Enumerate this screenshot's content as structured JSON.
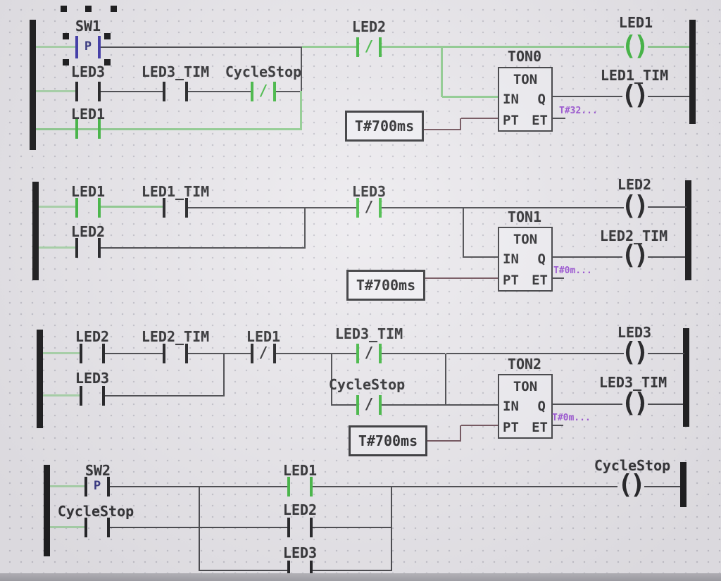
{
  "symbols": {
    "edge_marker": "P",
    "nc_slash": "/",
    "paren_l": "(",
    "paren_r": ")"
  },
  "timer_box": {
    "type": "TON",
    "in": "IN",
    "q": "Q",
    "pt": "PT",
    "et": "ET"
  },
  "rung1": {
    "contacts": {
      "sw1": "SW1",
      "led3": "LED3",
      "led3_tim": "LED3_TIM",
      "cyclestop": "CycleStop",
      "led1": "LED1",
      "led2_nc": "LED2"
    },
    "timer": {
      "name": "TON0",
      "preset": "T#700ms",
      "et_value": "T#32..."
    },
    "coils": {
      "led1": "LED1",
      "led1_tim": "LED1_TIM"
    }
  },
  "rung2": {
    "contacts": {
      "led1": "LED1",
      "led1_tim": "LED1_TIM",
      "led2": "LED2",
      "led3_nc": "LED3"
    },
    "timer": {
      "name": "TON1",
      "preset": "T#700ms",
      "et_value": "T#0m..."
    },
    "coils": {
      "led2": "LED2",
      "led2_tim": "LED2_TIM"
    }
  },
  "rung3": {
    "contacts": {
      "led2": "LED2",
      "led2_tim": "LED2_TIM",
      "led1_nc": "LED1",
      "led3": "LED3",
      "led3_tim_nc": "LED3_TIM",
      "cyclestop_nc": "CycleStop"
    },
    "timer": {
      "name": "TON2",
      "preset": "T#700ms",
      "et_value": "T#0m..."
    },
    "coils": {
      "led3": "LED3",
      "led3_tim": "LED3_TIM"
    }
  },
  "rung4": {
    "contacts": {
      "sw2": "SW2",
      "cyclestop": "CycleStop",
      "led1": "LED1",
      "led2": "LED2",
      "led3": "LED3"
    },
    "coils": {
      "cyclestop": "CycleStop"
    }
  }
}
